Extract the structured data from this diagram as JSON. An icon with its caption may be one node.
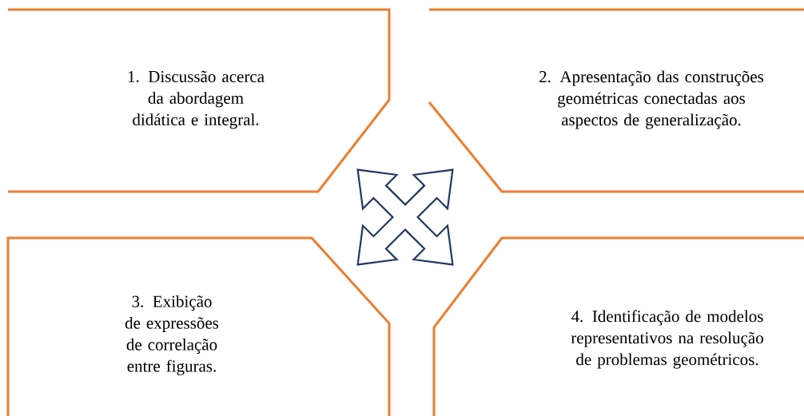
{
  "diagram": {
    "nodes": [
      {
        "text": [
          "1. Discussão acerca da abordagem didática e integral."
        ]
      },
      {
        "text": [
          "2. Apresentação das construções geométricas conectadas aos aspectos de generalização."
        ]
      },
      {
        "text": [
          "3. Exibição de expressões de correlação entre figuras."
        ]
      },
      {
        "text": [
          "4. Identificação de modelos representativos na resolução de problemas geométricos."
        ]
      }
    ]
  }
}
